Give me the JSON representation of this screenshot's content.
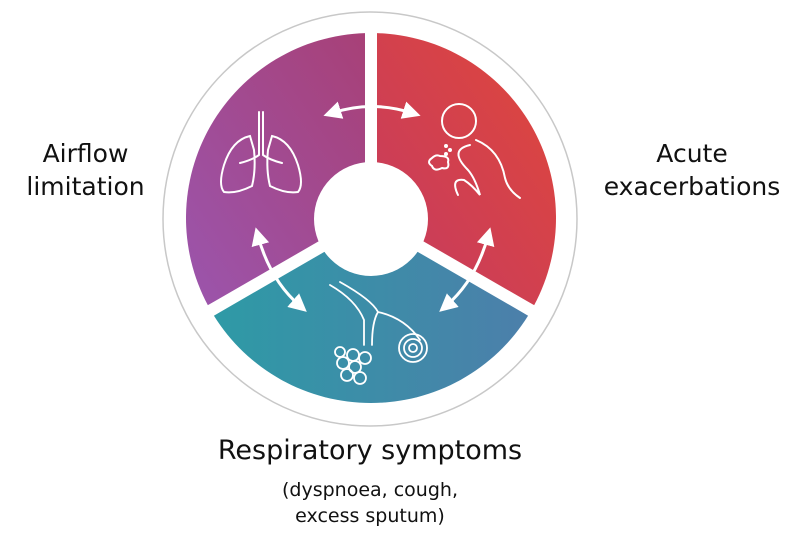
{
  "labels": {
    "airflow_line1": "Airflow",
    "airflow_line2": "limitation",
    "acute_line1": "Acute",
    "acute_line2": "exacerbations",
    "respiratory_title": "Respiratory symptoms",
    "respiratory_sub1": "(dyspnoea, cough,",
    "respiratory_sub2": "excess sputum)"
  },
  "colors": {
    "purple_start": "#9b55ad",
    "purple_end": "#a84076",
    "red_start": "#c43a62",
    "red_end": "#e0473a",
    "teal_start": "#2e9aa6",
    "teal_end": "#4c7faa"
  },
  "icons": [
    "lungs-icon",
    "coughing-person-icon",
    "alveoli-icon"
  ]
}
